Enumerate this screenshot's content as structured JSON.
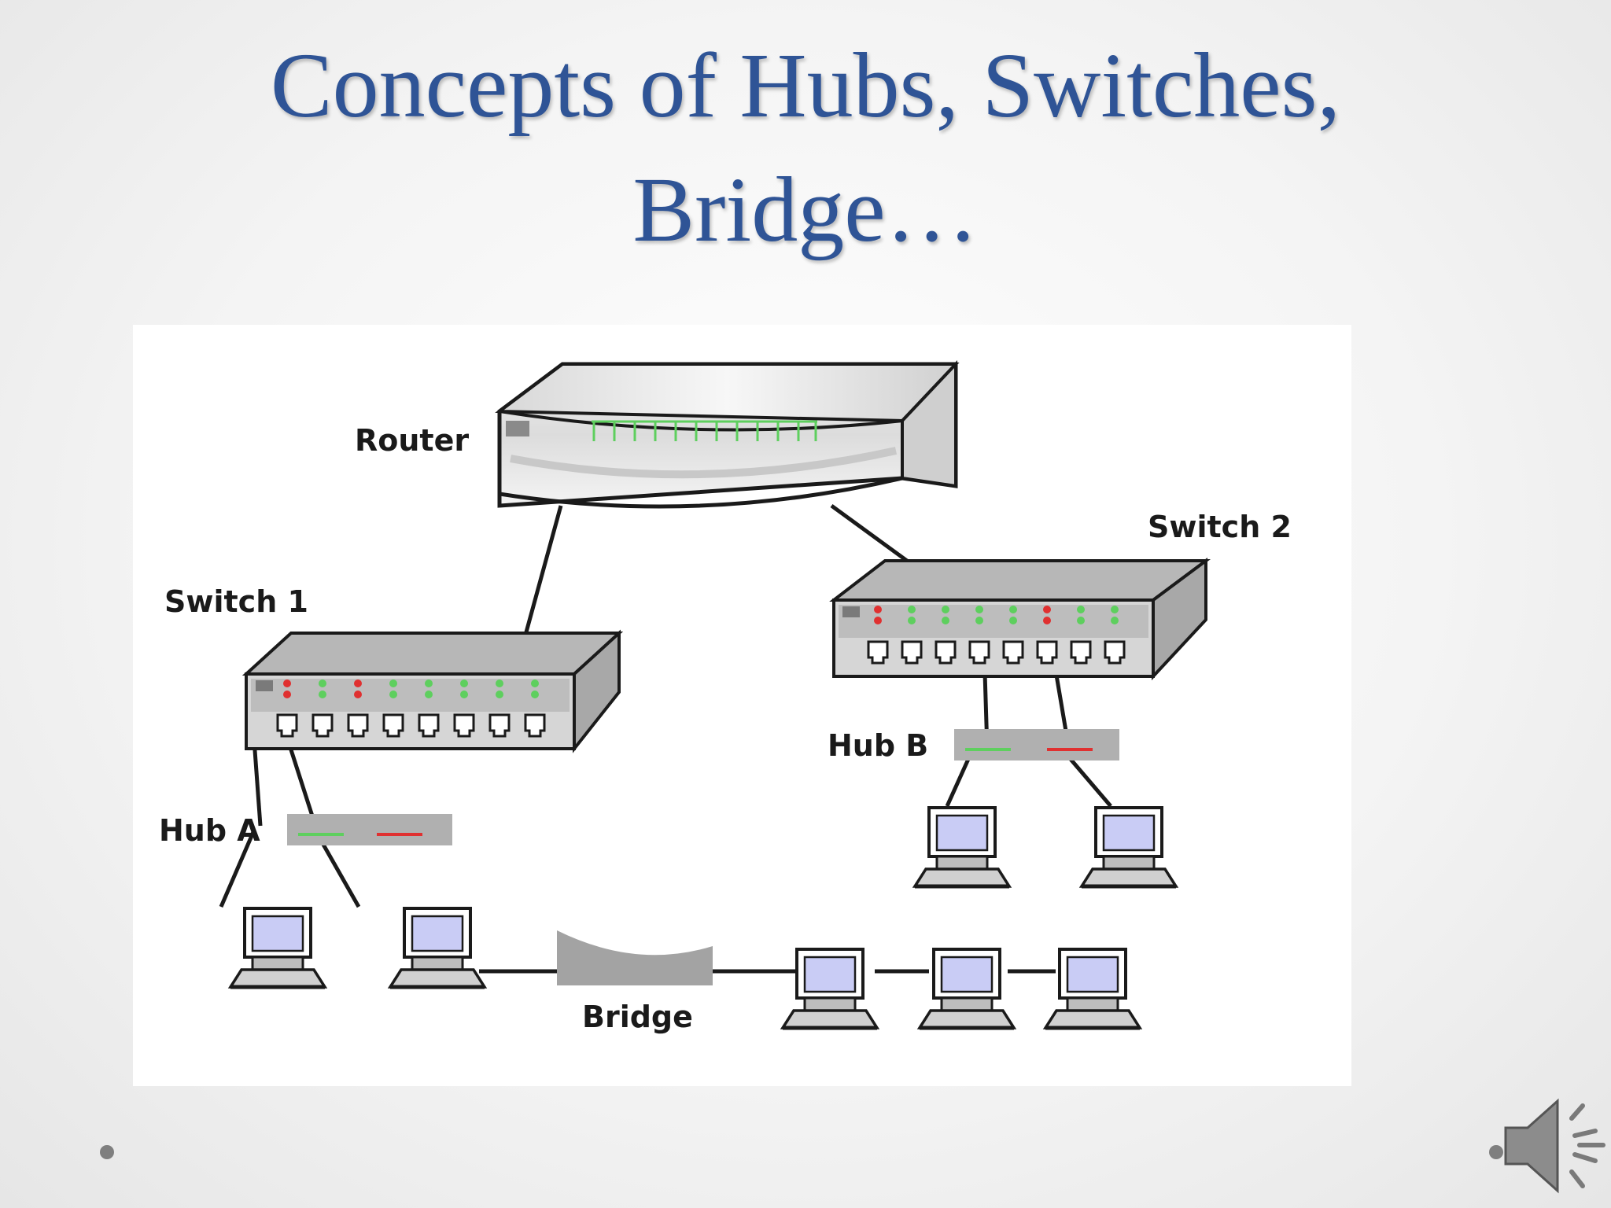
{
  "slide": {
    "title_line1": "Concepts of Hubs, Switches,",
    "title_line2": "Bridge…",
    "title_color": "#2f5496"
  },
  "diagram": {
    "labels": {
      "router": "Router",
      "switch1": "Switch 1",
      "switch2": "Switch 2",
      "hub_a": "Hub A",
      "hub_b": "Hub B",
      "bridge": "Bridge"
    },
    "switch1_port_leds": [
      "red",
      "green",
      "red",
      "green",
      "green",
      "green",
      "green",
      "green"
    ],
    "switch2_port_leds": [
      "red",
      "green",
      "green",
      "green",
      "green",
      "red",
      "green",
      "green"
    ],
    "colors": {
      "device_gray": "#bdbdbd",
      "screen": "#c9ccf5",
      "led_green": "#5ecf5e",
      "led_red": "#e03030"
    }
  },
  "controls": {
    "audio_icon": "speaker-icon"
  }
}
